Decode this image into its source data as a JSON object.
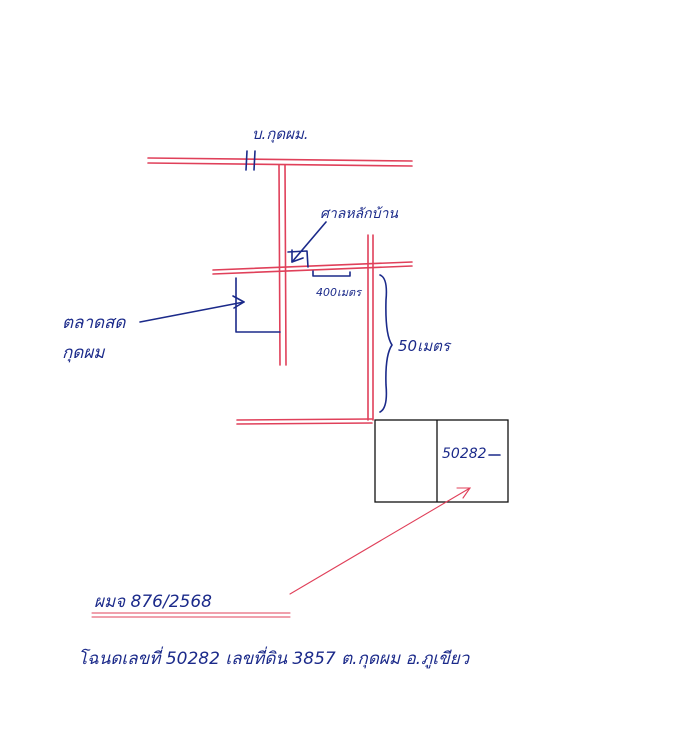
{
  "labels": {
    "road_name": "บ.กุดผม.",
    "landmark_left_line1": "ตลาดสด",
    "landmark_left_line2": "กุดผม",
    "landmark_junction": "ศาลหลักบ้าน",
    "distance_short": "400เมตร",
    "distance_long": "50เมตร",
    "parcel_number": "50282",
    "reference_number": "ผมจ 876/2568",
    "footer_text": "โฉนดเลขที่ 50282 เลขที่ดิน 3857 ต.กุดผม อ.ภูเขียว"
  },
  "colors": {
    "ink": "#1b2a8a",
    "road": "#e0405a",
    "plot_outline": "#111111"
  }
}
